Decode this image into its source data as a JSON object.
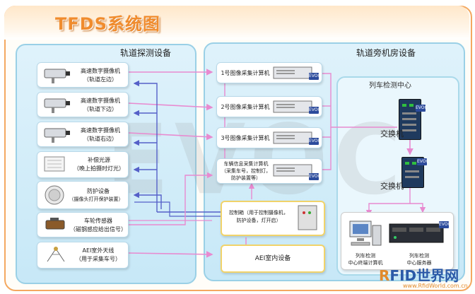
{
  "title": "TFDS系统图",
  "watermark": "EVOC",
  "left_panel": {
    "title": "轨道探测设备",
    "items": [
      {
        "line1": "高速数字摄像机",
        "line2": "（轨道左边）"
      },
      {
        "line1": "高速数字摄像机",
        "line2": "（轨道下边）"
      },
      {
        "line1": "高速数字摄像机",
        "line2": "（轨道右边）"
      },
      {
        "line1": "补偿光源",
        "line2": "（晚上拍摄时灯光）"
      },
      {
        "line1": "防护设备",
        "line2": "（摄像头打开保护装置）"
      },
      {
        "line1": "车轮传感器",
        "line2": "（磁钢感应给出信号）"
      },
      {
        "line1": "AEI室外天线",
        "line2": "（用于采集车号）"
      }
    ]
  },
  "right_panel": {
    "title": "轨道旁机房设备",
    "computers": [
      {
        "label": "1号图像采集计算机"
      },
      {
        "label": "2号图像采集计算机"
      },
      {
        "label": "3号图像采集计算机"
      },
      {
        "label": "车辆信息采集计算机（采集车号，控制灯，防护装置等）"
      }
    ],
    "control_box": {
      "line1": "控制箱（用于控制摄像机，",
      "line2": "防护设备，灯开启）"
    },
    "aei_indoor": "AEI室内设备"
  },
  "center_panel": {
    "title": "列车检测中心",
    "switch1": "交换机",
    "switch2": "交换机",
    "terminal": {
      "line1": "列车检测",
      "line2": "中心终端计算机"
    },
    "server": {
      "line1": "列车检测",
      "line2": "中心服务器"
    }
  },
  "evoc_badge": "EVOC",
  "logo": {
    "r": "R",
    "text": "FID世界网",
    "url": "www.RfidWorld.com.cn"
  },
  "colors": {
    "orange": "#f08c2e",
    "line_pink": "#e88ad0",
    "line_blue": "#5560c8",
    "panel_border": "#9ad0e6"
  }
}
